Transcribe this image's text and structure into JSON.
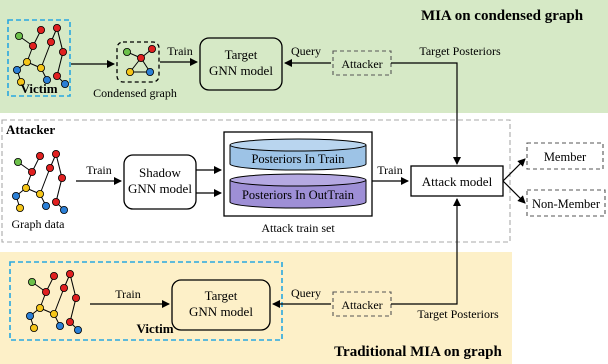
{
  "top_panel": {
    "title": "MIA on condensed graph",
    "bg": "#d6e9c6"
  },
  "middle_panel": {
    "title": "Attacker"
  },
  "bottom_panel": {
    "title": "Traditional MIA on graph",
    "bg": "#fdf0c8"
  },
  "labels": {
    "victim": "Victim",
    "condensed_graph": "Condensed graph",
    "train": "Train",
    "query": "Query",
    "target_posteriors": "Target Posteriors",
    "graph_data": "Graph data",
    "attack_train_set": "Attack train set"
  },
  "boxes": {
    "target_gnn_line1": "Target",
    "target_gnn_line2": "GNN model",
    "attacker": "Attacker",
    "shadow_line1": "Shadow",
    "shadow_line2": "GNN model",
    "posteriors_in_train": "Posteriors In Train",
    "posteriors_in_outtrain": "Posteriors In OutTrain",
    "attack_model": "Attack model",
    "member": "Member",
    "non_member": "Non-Member"
  },
  "colors": {
    "blue_cylinder": "#9dc3e6",
    "purple_cylinder": "#9e8fd6",
    "dashed_blue": "#29a8e0",
    "node_red": "#e02020",
    "node_yellow": "#f5c518",
    "node_blue": "#2b7fd6",
    "node_green": "#6cc04a"
  }
}
